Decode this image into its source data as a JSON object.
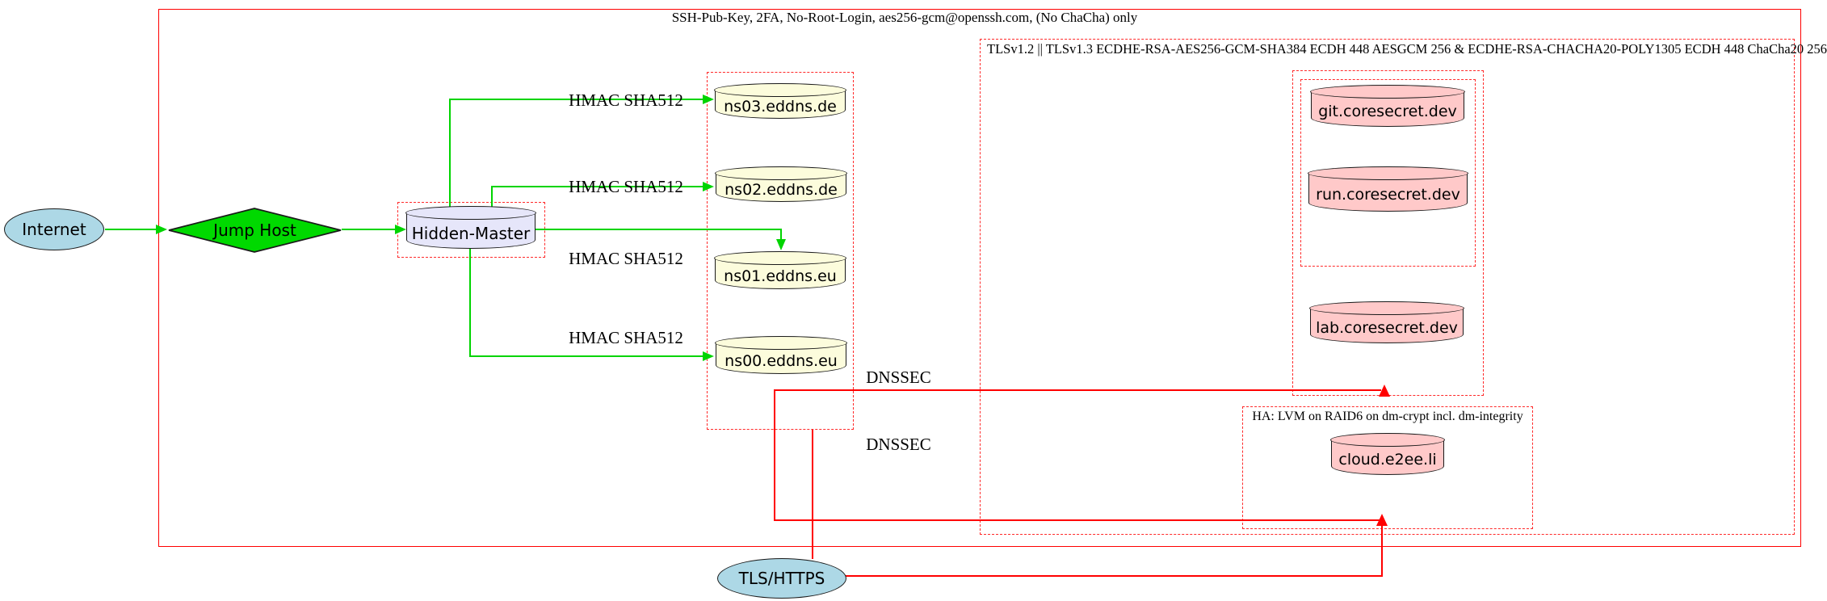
{
  "diagram": {
    "clusters": {
      "ssh": "SSH-Pub-Key, 2FA, No-Root-Login, aes256-gcm@openssh.com, (No ChaCha) only",
      "tls": "TLSv1.2 || TLSv1.3 ECDHE-RSA-AES256-GCM-SHA384 ECDH 448 AESGCM 256 & ECDHE-RSA-CHACHA20-POLY1305 ECDH 448 ChaCha20 256",
      "ha": "HA: LVM on RAID6 on dm-crypt incl. dm-integrity"
    },
    "nodes": {
      "internet": "Internet",
      "jump_host": "Jump Host",
      "hidden_master": "Hidden-Master",
      "ns03": "ns03.eddns.de",
      "ns02": "ns02.eddns.de",
      "ns01": "ns01.eddns.eu",
      "ns00": "ns00.eddns.eu",
      "git": "git.coresecret.dev",
      "run": "run.coresecret.dev",
      "lab": "lab.coresecret.dev",
      "cloud": "cloud.e2ee.li",
      "tls_https": "TLS/HTTPS"
    },
    "edge_labels": {
      "hmac_ns03": "HMAC SHA512",
      "hmac_ns02": "HMAC SHA512",
      "hmac_ns01": "HMAC SHA512",
      "hmac_ns00": "HMAC SHA512",
      "dnssec_upper": "DNSSEC",
      "dnssec_lower": "DNSSEC"
    },
    "colors": {
      "cluster_border_red": "#ff0000",
      "green_edge": "#00d400",
      "red_edge": "#ff0000",
      "internet_fill": "#add8e6",
      "jump_host_fill": "#00d900",
      "hidden_master_fill": "#e6e6fa",
      "dns_node_fill": "#fcfcdc",
      "service_node_fill": "#ffc9c9",
      "tls_https_fill": "#add8e6"
    }
  }
}
